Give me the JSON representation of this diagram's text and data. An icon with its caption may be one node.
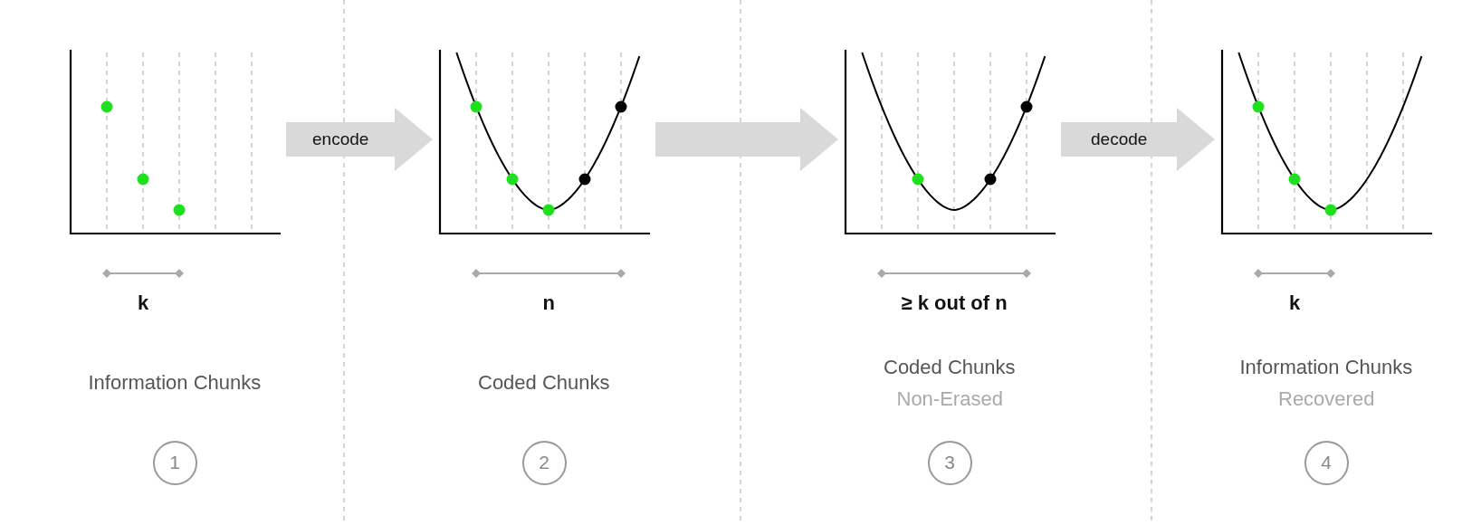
{
  "diagram": {
    "nodes": [
      {
        "text": [],
        "shape": "picture",
        "beside": [
          "k",
          "Information Chunks"
        ]
      },
      {
        "text": [],
        "shape": "picture",
        "beside": [
          "n",
          "Coded Chunks"
        ]
      },
      {
        "text": [],
        "shape": "picture",
        "beside": [
          "≥ k out of n",
          "Coded Chunks",
          "Non-Erased"
        ]
      },
      {
        "text": [],
        "shape": "picture",
        "beside": [
          "k",
          "Information Chunks",
          "Recovered"
        ]
      },
      {
        "text": [
          "1"
        ]
      },
      {
        "text": [
          "2"
        ]
      },
      {
        "text": [
          "3"
        ]
      },
      {
        "text": [
          "4"
        ]
      }
    ],
    "edges": [
      {
        "from": 0,
        "to": 1,
        "arrow": "to",
        "label": "encode"
      },
      {
        "from": 1,
        "to": 2,
        "arrow": "to"
      },
      {
        "from": 2,
        "to": 3,
        "arrow": "to",
        "label": "decode"
      }
    ]
  }
}
